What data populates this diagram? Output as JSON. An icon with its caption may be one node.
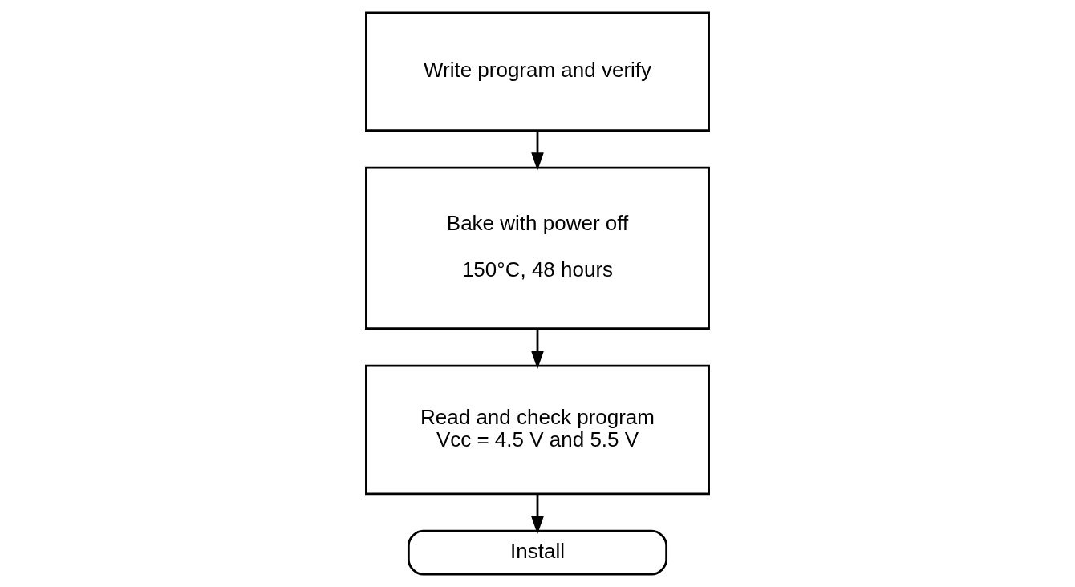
{
  "diagram": {
    "nodes": [
      {
        "text": [
          "Write program and verify"
        ]
      },
      {
        "text": [
          "Bake with power off",
          "150°C, 48 hours"
        ]
      },
      {
        "text": [
          "Read and check program",
          "Vcc = 4.5 V and 5.5 V"
        ]
      },
      {
        "text": [
          "Install"
        ]
      }
    ],
    "edges": [
      {
        "from": 0,
        "to": 1,
        "arrow": "to"
      },
      {
        "from": 1,
        "to": 2,
        "arrow": "to"
      },
      {
        "from": 2,
        "to": 3,
        "arrow": "to"
      }
    ]
  }
}
